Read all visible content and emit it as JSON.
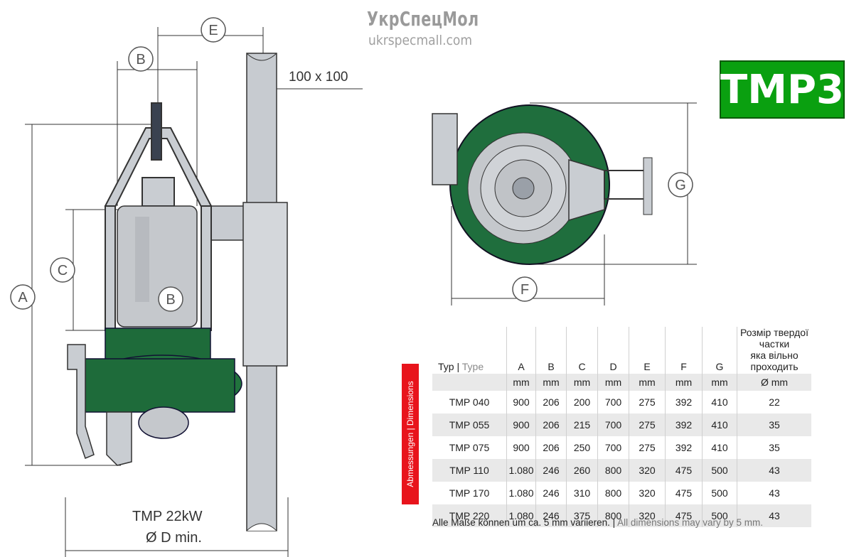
{
  "watermark": {
    "name": "УкрСпецМол",
    "url": "ukrspecmall.com"
  },
  "badge": {
    "text": "TMP3",
    "color": "#0aa010"
  },
  "drawing_labels": {
    "profile": "100 x 100",
    "model": "TMP 22kW",
    "dmin": "Ø D min.",
    "letters": {
      "a": "A",
      "b": "B",
      "c": "C",
      "e": "E",
      "f": "F",
      "g": "G"
    }
  },
  "vertical_bar": {
    "text": "Abmessungen | Dimensions",
    "color": "#e8141c"
  },
  "table": {
    "typ_de": "Typ",
    "typ_sep": "|",
    "typ_en": "Type",
    "columns": [
      "A",
      "B",
      "C",
      "D",
      "E",
      "F",
      "G"
    ],
    "solids_header_1": "Розмір твердої частки",
    "solids_header_2": "яка вільно проходить",
    "units": [
      "mm",
      "mm",
      "mm",
      "mm",
      "mm",
      "mm",
      "mm"
    ],
    "solids_unit": "Ø mm",
    "rows": [
      [
        "TMP 040",
        "900",
        "206",
        "200",
        "700",
        "275",
        "392",
        "410",
        "22"
      ],
      [
        "TMP 055",
        "900",
        "206",
        "215",
        "700",
        "275",
        "392",
        "410",
        "35"
      ],
      [
        "TMP 075",
        "900",
        "206",
        "250",
        "700",
        "275",
        "392",
        "410",
        "35"
      ],
      [
        "TMP 110",
        "1.080",
        "246",
        "260",
        "800",
        "320",
        "475",
        "500",
        "43"
      ],
      [
        "TMP 170",
        "1.080",
        "246",
        "310",
        "800",
        "320",
        "475",
        "500",
        "43"
      ],
      [
        "TMP 220",
        "1.080",
        "246",
        "375",
        "800",
        "320",
        "475",
        "500",
        "43"
      ]
    ]
  },
  "note": {
    "de": "Alle Maße können um ca. 5 mm variieren.",
    "sep": "|",
    "en": "All dimensions may vary by 5 mm."
  }
}
